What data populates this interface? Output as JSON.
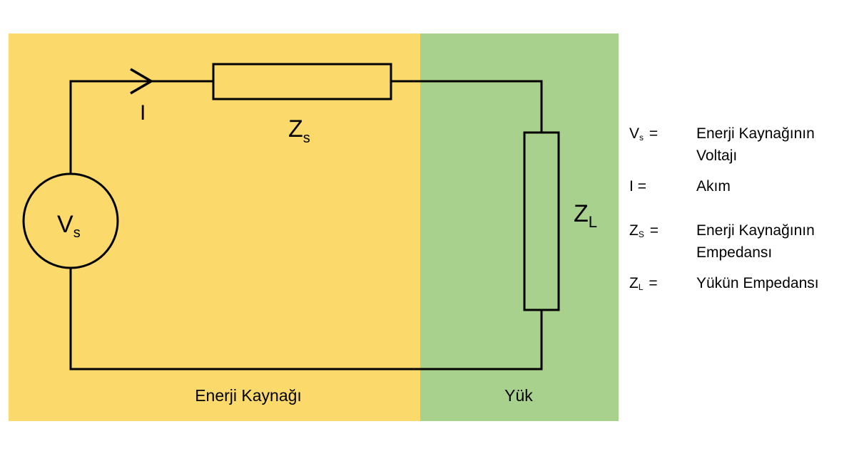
{
  "colors": {
    "source_region": "#fcd96b",
    "load_region": "#a9d18e",
    "wire": "#000000"
  },
  "diagram": {
    "source_symbol": "V",
    "source_subscript": "s",
    "current_symbol": "I",
    "source_impedance_symbol": "Z",
    "source_impedance_subscript": "s",
    "load_impedance_symbol": "Z",
    "load_impedance_subscript": "L",
    "source_region_label": "Enerji Kaynağı",
    "load_region_label": "Yük"
  },
  "legend": [
    {
      "symbol": "V",
      "subscript": "s",
      "eq": "=",
      "lines": [
        "Enerji Kaynağının",
        "Voltajı"
      ]
    },
    {
      "symbol": "I",
      "subscript": "",
      "eq": "=",
      "lines": [
        "Akım"
      ]
    },
    {
      "symbol": "Z",
      "subscript": "S",
      "eq": "=",
      "lines": [
        "Enerji Kaynağının",
        "Empedansı"
      ]
    },
    {
      "symbol": "Z",
      "subscript": "L",
      "eq": "=",
      "lines": [
        "Yükün Empedansı"
      ]
    }
  ]
}
